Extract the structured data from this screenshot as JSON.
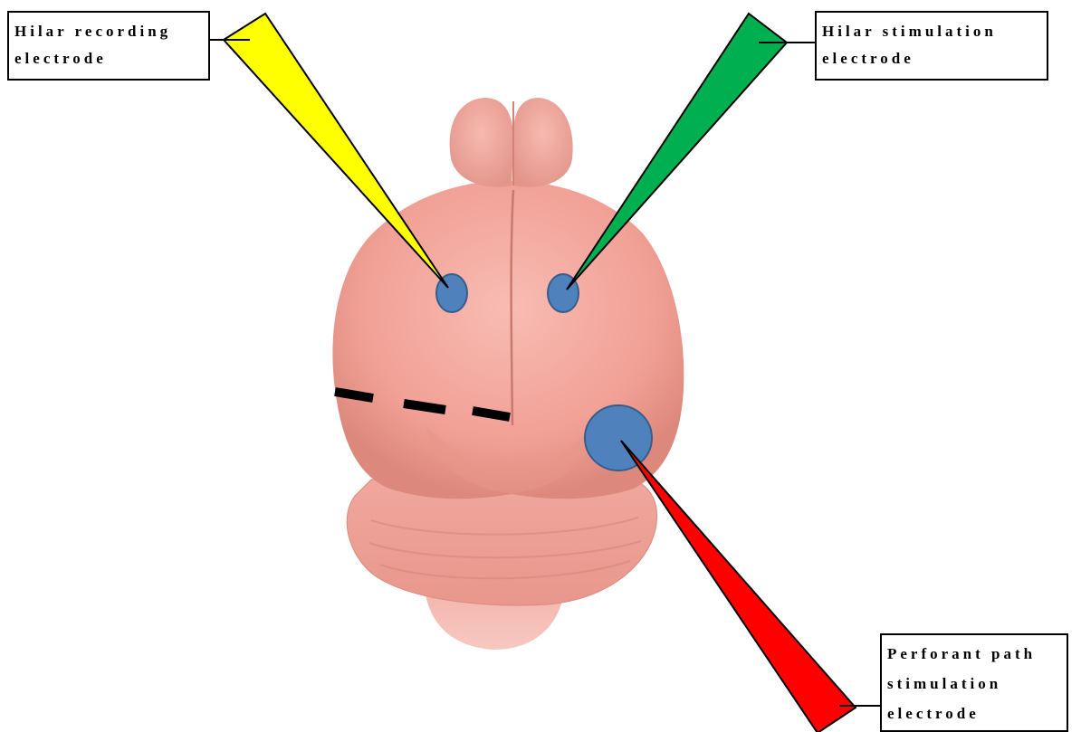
{
  "labels": {
    "hilar_recording": {
      "line1": "Hilar recording",
      "line2": "electrode"
    },
    "hilar_stimulation": {
      "line1": "Hilar stimulation",
      "line2": "electrode"
    },
    "perforant_path": {
      "line1": "Perforant path",
      "line2": "stimulation",
      "line3": "electrode"
    }
  },
  "colors": {
    "electrode_recording": "#ffff00",
    "electrode_hilar_stim": "#00b050",
    "electrode_perforant": "#ff0000",
    "electrode_site": "#4f81bd",
    "electrode_site_stroke": "#385d8a",
    "brain_tissue": "#f4a9a0",
    "brain_shadow": "#d9857a",
    "dashed_line": "#000000"
  }
}
